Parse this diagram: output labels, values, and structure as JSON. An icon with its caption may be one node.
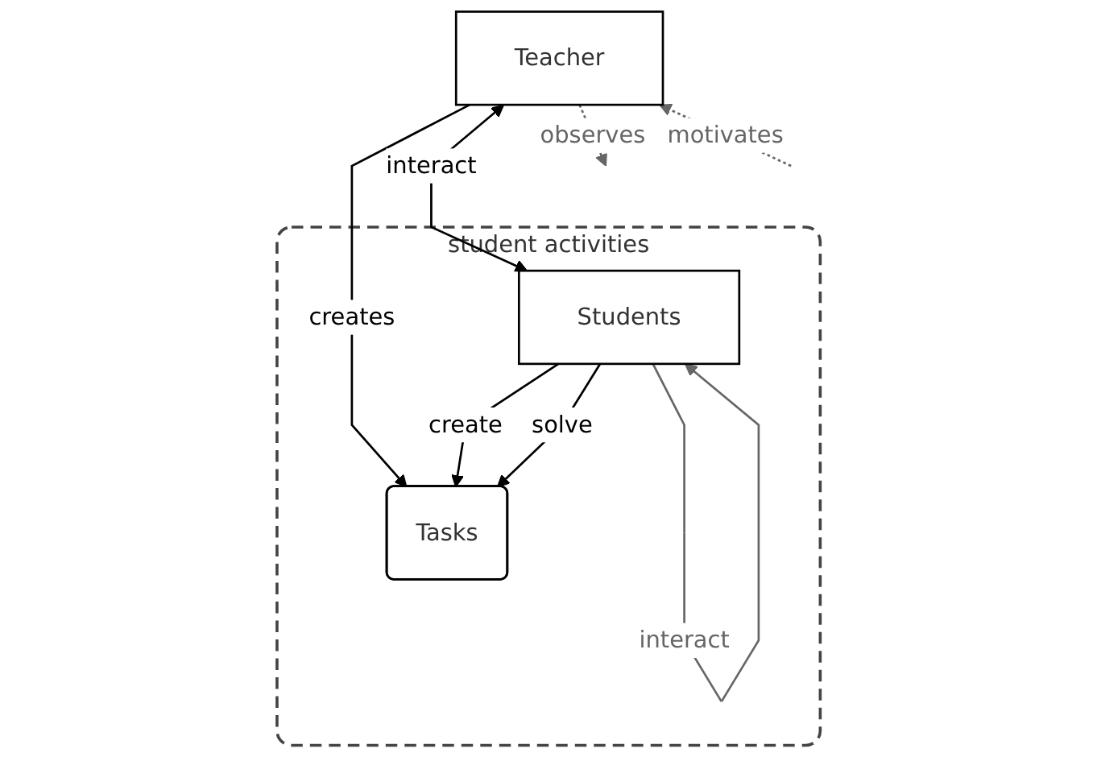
{
  "diagram": {
    "nodes": [
      {
        "text": [
          "Teacher"
        ]
      },
      {
        "text": [
          "student activities"
        ]
      },
      {
        "text": [
          "Students"
        ],
        "in": 1
      },
      {
        "text": [
          "Tasks"
        ],
        "in": 1
      }
    ],
    "edges": [
      {
        "from": 0,
        "to": 3,
        "arrow": "to",
        "label": "creates"
      },
      {
        "from": 0,
        "to": 1,
        "arrow": "to",
        "label": "observes",
        "style": "dashed",
        "color": "#666666"
      },
      {
        "from": 0,
        "to": 2,
        "arrow": "both",
        "label": "interact"
      },
      {
        "from": 2,
        "to": 2,
        "arrow": "to",
        "label": "interact",
        "color": "#666666"
      },
      {
        "from": 2,
        "to": 3,
        "arrow": "to",
        "label": "create"
      },
      {
        "from": 2,
        "to": 3,
        "arrow": "to",
        "label": "solve"
      },
      {
        "from": 1,
        "to": 0,
        "arrow": "to",
        "label": "motivates",
        "style": "dashed",
        "color": "#666666"
      }
    ]
  }
}
